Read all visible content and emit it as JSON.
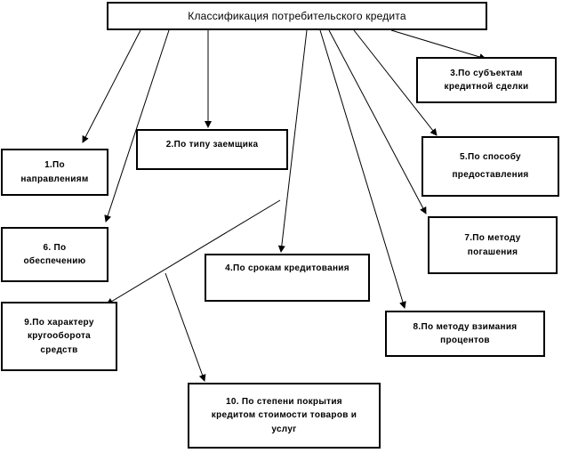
{
  "diagram": {
    "root": "Классификация потребительского кредита",
    "nodes": {
      "n1": "1.По\nнаправлениям",
      "n2": "2.По типу заемщика",
      "n3": "3.По субъектам\nкредитной сделки",
      "n4": "4.По срокам кредитования",
      "n5": "5.По способу\nпредоставления",
      "n6": "6. По\nобеспечению",
      "n7": "7.По методу\nпогашения",
      "n8": "8.По методу взимания\nпроцентов",
      "n9": "9.По характеру\nкругооборота\nсредств",
      "n10": "10. По степени покрытия\nкредитом стоимости товаров и\nуслуг"
    }
  }
}
